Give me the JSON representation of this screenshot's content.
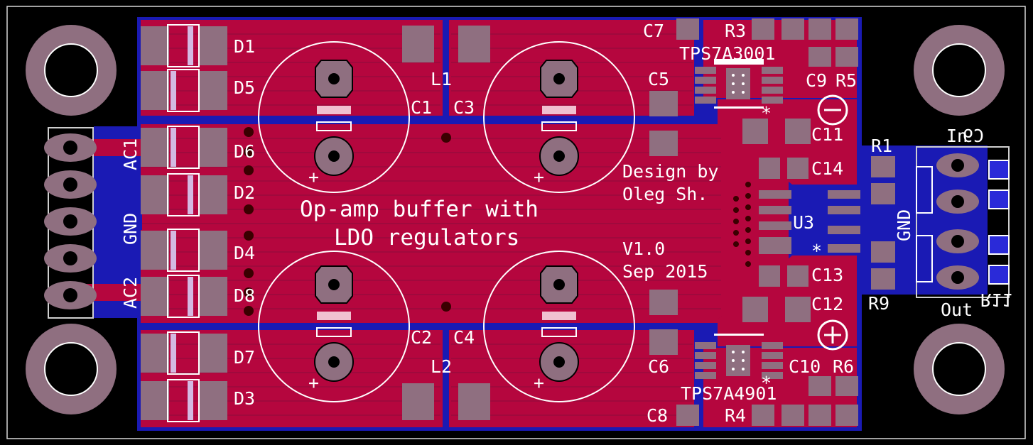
{
  "silkscreen": {
    "diodes": {
      "D1": "D1",
      "D5": "D5",
      "D6": "D6",
      "D2": "D2",
      "D4": "D4",
      "D8": "D8",
      "D7": "D7",
      "D3": "D3"
    },
    "caps": {
      "C1": "C1",
      "C2": "C2",
      "C3": "C3",
      "C4": "C4",
      "C5": "C5",
      "C6": "C6",
      "C7": "C7",
      "C8": "C8",
      "C9": "C9",
      "C10": "C10",
      "C11": "C11",
      "C12": "C12",
      "C13": "C13",
      "C14": "C14"
    },
    "inductors": {
      "L1": "L1",
      "L2": "L2"
    },
    "resistors": {
      "R1": "R1",
      "R3": "R3",
      "R4": "R4",
      "R5": "R5",
      "R6": "R6",
      "R9": "R9"
    },
    "mirrored": {
      "C9_bottom": "C9",
      "R11_bottom": "R11"
    },
    "ics": {
      "U1": "TPS7A3001",
      "U2": "TPS7A4901",
      "U3": "U3"
    },
    "connector_left": {
      "ac1": "AC1",
      "gnd": "GND",
      "ac2": "AC2"
    },
    "connector_right": {
      "in": "In",
      "gnd": "GND",
      "out": "Out"
    },
    "title_line1": "Op-amp buffer with",
    "title_line2": "LDO regulators",
    "design_line1": "Design by",
    "design_line2": "Oleg Sh.",
    "version": "V1.0",
    "date": "Sep 2015",
    "plus": "+",
    "star": "*"
  },
  "colors": {
    "background": "#000000",
    "copper_top": "#b5063e",
    "copper_bottom": "#1414b4",
    "pad": "#8f6f80",
    "silk": "#ffffff",
    "hole": "#000000"
  }
}
